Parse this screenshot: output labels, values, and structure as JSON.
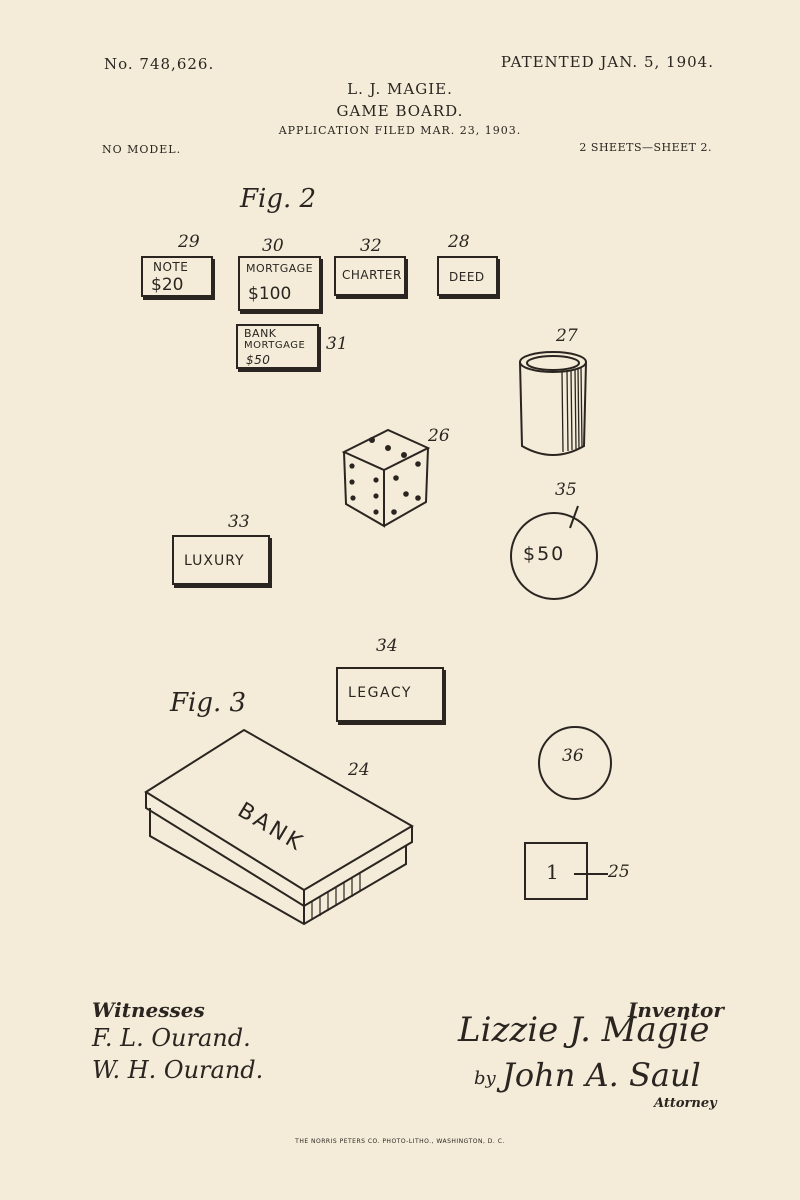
{
  "header": {
    "patent_no": "No. 748,626.",
    "patent_date": "PATENTED JAN. 5, 1904.",
    "inventor": "L. J. MAGIE.",
    "title": "GAME BOARD.",
    "application": "APPLICATION FILED MAR. 23, 1903.",
    "model": "NO MODEL.",
    "sheets": "2 SHEETS—SHEET 2."
  },
  "figures": {
    "fig2": "Fig. 2",
    "fig3": "Fig. 3"
  },
  "cards": {
    "note": {
      "ref": "29",
      "line1": "NOTE",
      "line2": "$20"
    },
    "mortgage": {
      "ref": "30",
      "line1": "MORTGAGE",
      "line2": "$100"
    },
    "charter": {
      "ref": "32",
      "line1": "CHARTER"
    },
    "deed": {
      "ref": "28",
      "line1": "DEED"
    },
    "bank_mortgage": {
      "ref": "31",
      "line1": "BANK",
      "line2": "MORTGAGE",
      "line3": "$50"
    },
    "luxury": {
      "ref": "33",
      "line1": "LUXURY"
    },
    "legacy": {
      "ref": "34",
      "line1": "LEGACY"
    }
  },
  "objects": {
    "cup_ref": "27",
    "die_ref": "26",
    "coin_ref": "35",
    "coin_value": "$50",
    "disc_ref": "36",
    "bank_ref": "24",
    "bank_label": "BANK",
    "square_value": "1",
    "square_ref": "25"
  },
  "footer": {
    "witnesses_label": "Witnesses",
    "witness1": "F. L. Ourand.",
    "witness2": "W. H. Ourand.",
    "inventor_label": "Inventor",
    "inventor_signature": "Lizzie J. Magie",
    "by": "by",
    "attorney_signature": "John A. Saul",
    "attorney_label": "Attorney",
    "printer": "THE NORRIS PETERS CO. PHOTO-LITHO., WASHINGTON, D. C."
  }
}
